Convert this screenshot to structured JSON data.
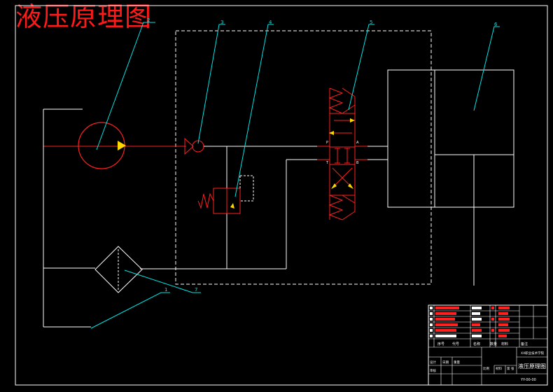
{
  "drawing": {
    "title": "液压原理图",
    "callouts": [
      "1",
      "2",
      "3",
      "4",
      "5",
      "6",
      "7"
    ],
    "port_labels": {
      "p": "P",
      "a": "A",
      "t": "T",
      "b": "B"
    }
  },
  "title_block": {
    "drawing_name": "液压原理图",
    "drawing_number": "YY-00-00",
    "school": "XX职业技术学院",
    "scale_label": "比例",
    "material_label": "材料",
    "sheet_label": "第 张",
    "designer_label": "设计",
    "checker_label": "审核",
    "date_label": "日期",
    "weight_label": "重量",
    "grid_headers": [
      "序号",
      "代号",
      "名称",
      "数量",
      "材料",
      "备注"
    ]
  },
  "colors": {
    "background": "#000000",
    "frame": "#ffffff",
    "component": "#ff2020",
    "callout": "#00e5e5",
    "arrow": "#ffd700",
    "title": "#ff1a1a"
  }
}
